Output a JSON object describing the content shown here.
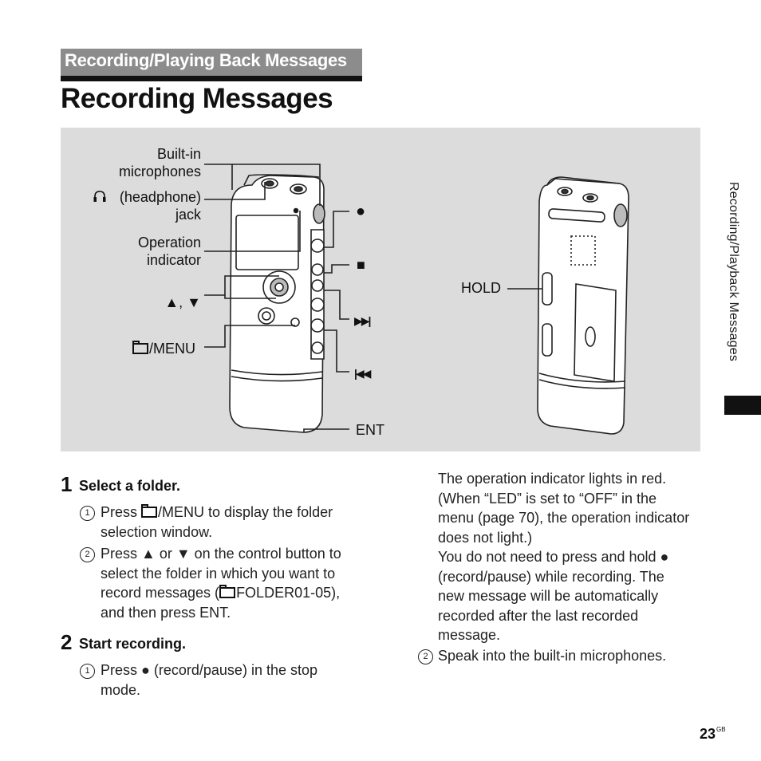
{
  "section_title": "Recording/Playing Back Messages",
  "page_title": "Recording Messages",
  "side_tab": "Recording/Playback Messages",
  "figure": {
    "labels": {
      "built_in_microphones": "Built-in\nmicrophones",
      "headphone_jack": "(headphone)\njack",
      "operation_indicator": "Operation\nindicator",
      "up_down": "▲, ▼",
      "menu": "/MENU",
      "hold": "HOLD",
      "ent": "ENT"
    },
    "button_symbols": {
      "record": "●",
      "stop": "■",
      "next": "▶▶|",
      "previous": "|◀◀"
    }
  },
  "steps": [
    {
      "number": "1",
      "heading": "Select a folder.",
      "items": [
        {
          "marker": "1",
          "text_a": "Press ",
          "text_b": "/MENU to display the folder selection window."
        },
        {
          "marker": "2",
          "text_a": "Press ▲ or ▼ on the control button to select the folder in which you want to record messages (",
          "text_b": "FOLDER01-05), and then press ENT."
        }
      ]
    },
    {
      "number": "2",
      "heading": "Start recording.",
      "items": [
        {
          "marker": "1",
          "text": "Press ● (record/pause) in the stop mode."
        }
      ]
    }
  ],
  "right_column": {
    "paragraph_1": "The operation indicator lights in red. (When “LED” is set to “OFF” in the menu (page 70), the operation indicator does not light.)",
    "paragraph_2": "You do not need to press and hold ● (record/pause) while recording. The new message will be automatically recorded after the last recorded message.",
    "item_2_marker": "2",
    "item_2_text": "Speak into the built-in microphones."
  },
  "page_number": "23",
  "page_suffix": "GB"
}
